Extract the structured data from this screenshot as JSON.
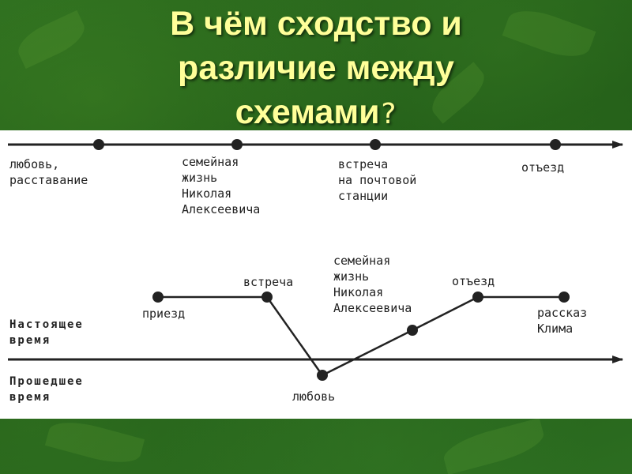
{
  "title": {
    "line1": "В чём сходство и",
    "line2": "различие между",
    "line3_word": "схемами",
    "line3_mark": "?"
  },
  "diagram_top": {
    "events": [
      {
        "lines": [
          "любовь,",
          "расставание"
        ]
      },
      {
        "lines": [
          "семейная",
          "жизнь",
          "Николая",
          "Алексеевича"
        ]
      },
      {
        "lines": [
          "встреча",
          "на почтовой",
          "станции"
        ]
      },
      {
        "lines": [
          "отъезд"
        ]
      }
    ]
  },
  "diagram_bottom": {
    "axis_present": [
      "Настоящее",
      "время"
    ],
    "axis_past": [
      "Прошедшее",
      "время"
    ],
    "points": [
      {
        "lines": [
          "приезд"
        ]
      },
      {
        "lines": [
          "встреча"
        ]
      },
      {
        "lines": [
          "любовь"
        ]
      },
      {
        "lines": [
          "семейная",
          "жизнь",
          "Николая",
          "Алексеевича"
        ]
      },
      {
        "lines": [
          "отъезд"
        ]
      },
      {
        "lines": [
          "рассказ",
          "Клима"
        ]
      }
    ]
  },
  "colors": {
    "background": "#1f5a18",
    "title_text": "#ffff99",
    "panel": "#ffffff",
    "ink": "#222222"
  }
}
